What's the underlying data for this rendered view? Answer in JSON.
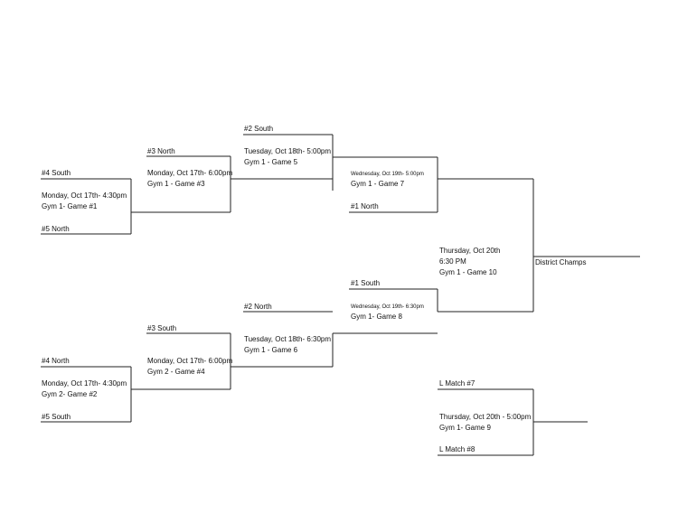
{
  "bracket": {
    "top": {
      "r1": {
        "team_a": "#4 South",
        "date": "Monday, Oct 17th- 4:30pm",
        "game": "Gym 1- Game #1",
        "team_b": "#5 North"
      },
      "r2": {
        "team_a": "#3 North",
        "date": "Monday, Oct 17th- 6:00pm",
        "game": "Gym 1 - Game #3"
      },
      "r3": {
        "team_a": "#2 South",
        "date": "Tuesday, Oct 18th- 5:00pm",
        "game": "Gym 1 - Game 5"
      },
      "semi": {
        "date": "Wednesday, Oct 19th- 5:00pm",
        "game": "Gym 1 - Game 7",
        "team_b": "#1 North"
      }
    },
    "bottom": {
      "r1": {
        "team_a": "#4 North",
        "date": "Monday, Oct 17th- 4:30pm",
        "game": "Gym 2- Game #2",
        "team_b": "#5 South"
      },
      "r2": {
        "team_a": "#3 South",
        "date": "Monday, Oct 17th- 6:00pm",
        "game": "Gym 2 - Game #4"
      },
      "r3": {
        "team_a": "#2 North",
        "date": "Tuesday, Oct 18th- 6:30pm",
        "game": "Gym 1 - Game 6"
      },
      "semi": {
        "team_a": "#1 South",
        "date": "Wednesday, Oct 19th- 6:30pm",
        "game": "Gym 1- Game 8"
      }
    },
    "final": {
      "date": "Thursday, Oct 20th",
      "time": "6:30 PM",
      "game": "Gym 1 - Game 10",
      "winner_label": "District Champs"
    },
    "consolation": {
      "team_a": "L Match #7",
      "date": "Thursday, Oct 20th - 5:00pm",
      "game": "Gym 1- Game 9",
      "team_b": "L Match #8"
    }
  }
}
